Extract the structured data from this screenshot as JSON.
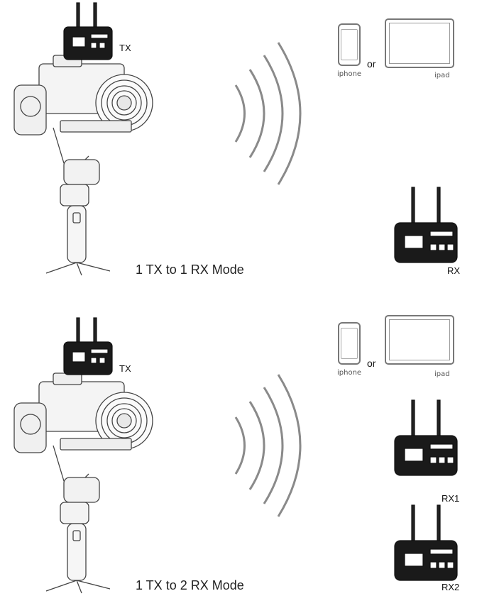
{
  "panels": [
    {
      "mode_label": "1 TX to 1 RX Mode",
      "tx_label": "TX",
      "or_label": "or",
      "iphone_label": "iphone",
      "ipad_label": "ipad",
      "receivers": [
        "RX"
      ]
    },
    {
      "mode_label": "1 TX to 2 RX Mode",
      "tx_label": "TX",
      "or_label": "or",
      "iphone_label": "iphone",
      "ipad_label": "ipad",
      "receivers": [
        "RX1",
        "RX2"
      ]
    }
  ],
  "colors": {
    "line": "#333333",
    "wave": "#8a8a8a",
    "device_dark": "#111111"
  }
}
